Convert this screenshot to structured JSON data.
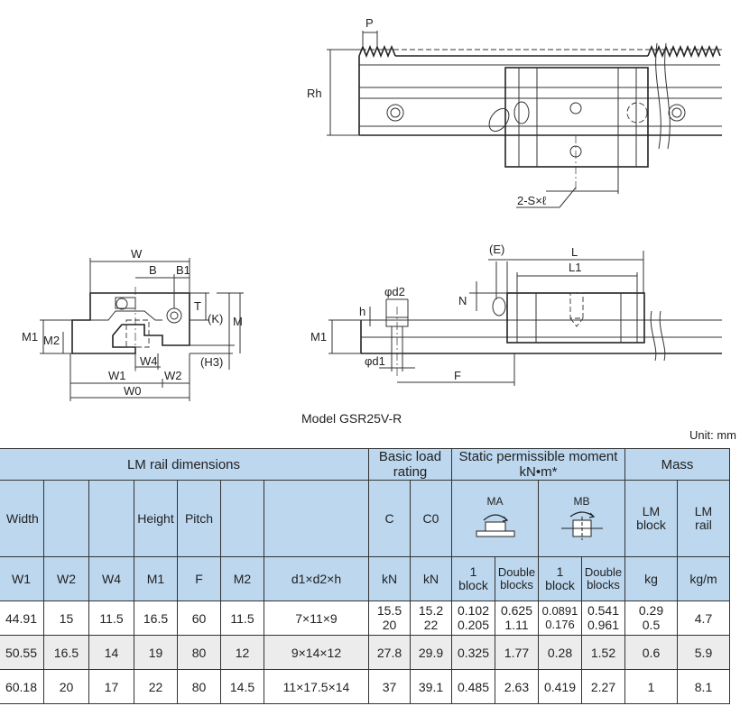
{
  "drawing": {
    "labels": {
      "p": "P",
      "rh": "Rh",
      "s": "2-S×ℓ",
      "w": "W",
      "b": "B",
      "b1": "B1",
      "t": "T",
      "k": "(K)",
      "m": "M",
      "m1": "M1",
      "m2": "M2",
      "w4": "W4",
      "h3": "(H3)",
      "w1": "W1",
      "w2": "W2",
      "w0": "W0",
      "e": "(E)",
      "l": "L",
      "l1": "L1",
      "n": "N",
      "d2": "φd2",
      "h": "h",
      "m1b": "M1",
      "d1": "φd1",
      "f": "F"
    },
    "caption": "Model GSR25V-R",
    "unit": "Unit: mm"
  },
  "table": {
    "groups": {
      "rail": "LM rail dimensions",
      "load": "Basic load rating",
      "moment": "Static permissible moment kN•m*",
      "mass": "Mass"
    },
    "sub": {
      "width": "Width",
      "height": "Height",
      "pitch": "Pitch",
      "c": "C",
      "c0": "C0",
      "ma": "MA",
      "mb": "MB",
      "lm_block": "LM block",
      "lm_rail": "LM rail"
    },
    "units": {
      "w1": "W1",
      "w2": "W2",
      "w4": "W4",
      "m1": "M1",
      "f": "F",
      "m2": "M2",
      "dxh": "d1×d2×h",
      "kn1": "kN",
      "kn2": "kN",
      "one_a": "1 block",
      "double_a": "Double blocks",
      "one_b": "1 block",
      "double_b": "Double blocks",
      "kg": "kg",
      "kgm": "kg/m"
    },
    "rows": [
      {
        "w1": "44.91",
        "w2": "15",
        "w4": "11.5",
        "m1": "16.5",
        "f": "60",
        "m2": "11.5",
        "dxh": "7×11×9",
        "c": "15.5",
        "c_b": "20",
        "c0": "15.2",
        "c0_b": "22",
        "ma1": "0.102",
        "ma1_b": "0.205",
        "ma2": "0.625",
        "ma2_b": "1.11",
        "mb1": "0.0891",
        "mb1_b": "0.176",
        "mb2": "0.541",
        "mb2_b": "0.961",
        "kg": "0.29",
        "kg_b": "0.5",
        "kgm": "4.7"
      },
      {
        "w1": "50.55",
        "w2": "16.5",
        "w4": "14",
        "m1": "19",
        "f": "80",
        "m2": "12",
        "dxh": "9×14×12",
        "c": "27.8",
        "c0": "29.9",
        "ma1": "0.325",
        "ma2": "1.77",
        "mb1": "0.28",
        "mb2": "1.52",
        "kg": "0.6",
        "kgm": "5.9"
      },
      {
        "w1": "60.18",
        "w2": "20",
        "w4": "17",
        "m1": "22",
        "f": "80",
        "m2": "14.5",
        "dxh": "11×17.5×14",
        "c": "37",
        "c0": "39.1",
        "ma1": "0.485",
        "ma2": "2.63",
        "mb1": "0.419",
        "mb2": "2.27",
        "kg": "1",
        "kgm": "8.1"
      }
    ]
  }
}
